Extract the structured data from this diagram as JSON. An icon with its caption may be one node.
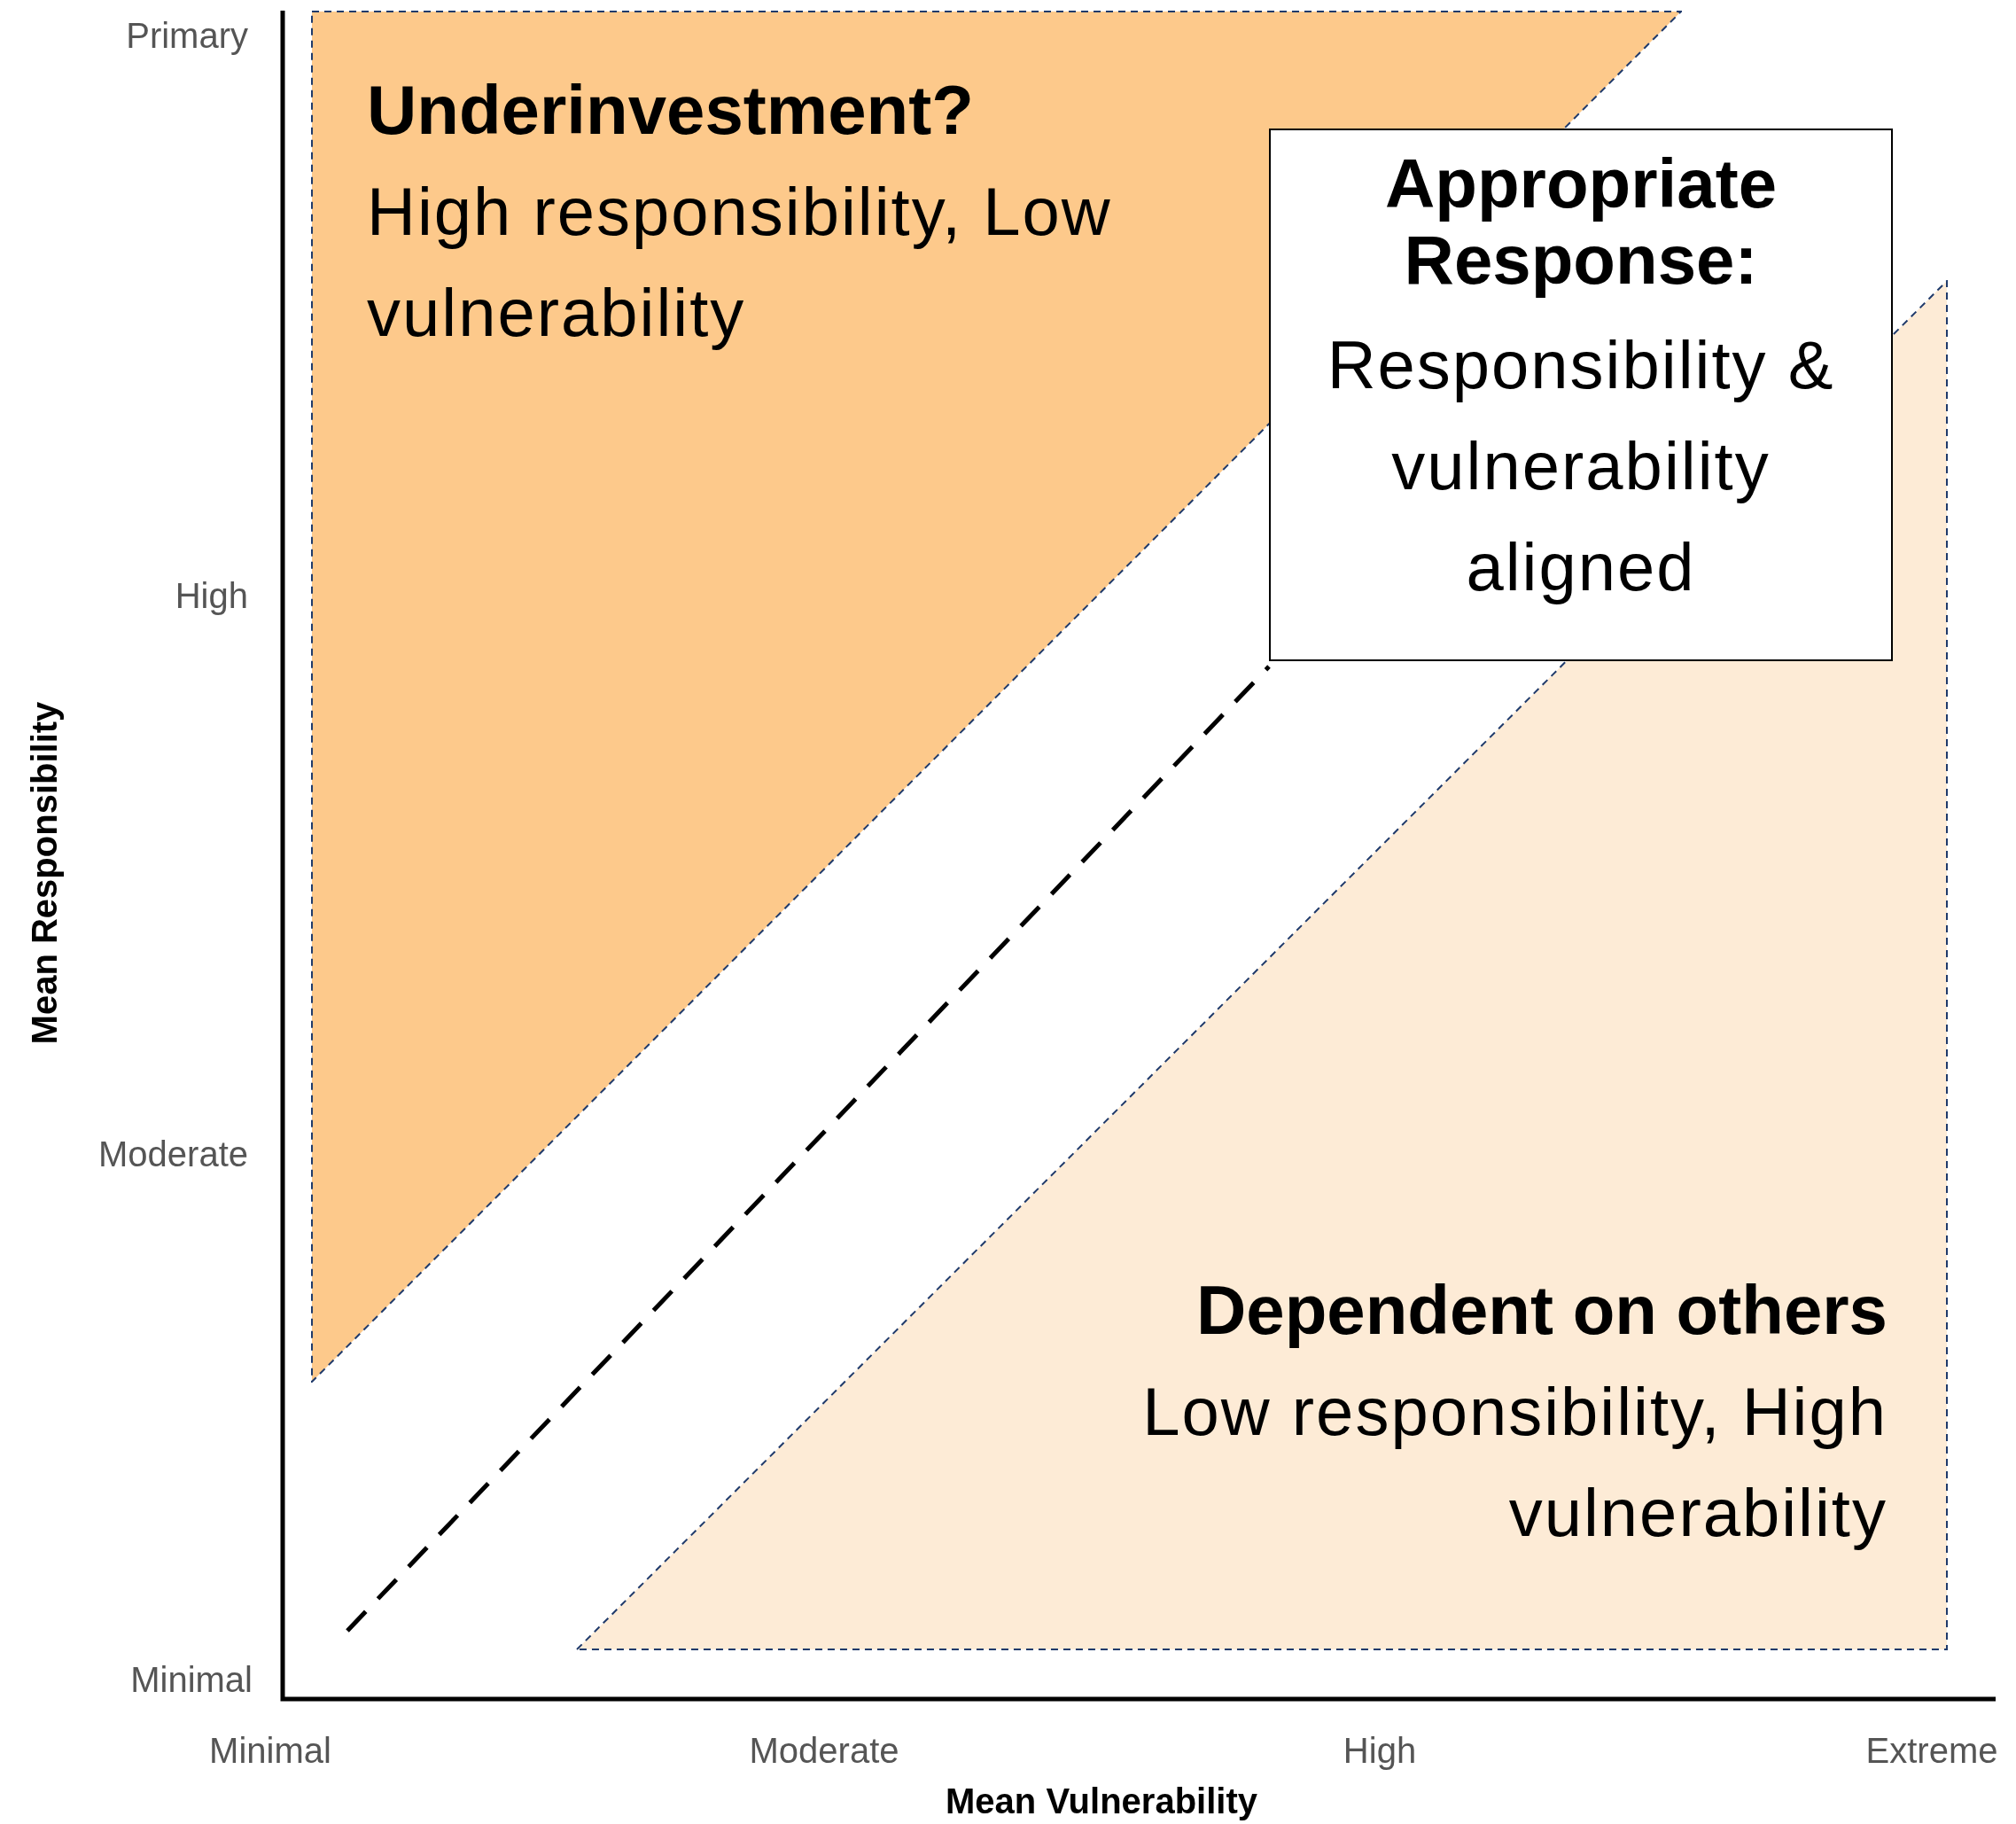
{
  "diagram": {
    "nodes": [
      {
        "text": [
          "Underinvestment?",
          "High responsibility, Low vulnerability"
        ]
      },
      {
        "text": [
          "Appropriate Response:",
          "Responsibility & vulnerability aligned"
        ]
      },
      {
        "text": [
          "Dependent on others",
          "Low responsibility, High vulnerability"
        ]
      }
    ],
    "edges": [],
    "labels": [
      "Primary",
      "High",
      "Mean Responsibility",
      "Moderate",
      "Minimal",
      "Minimal",
      "Moderate",
      "High",
      "Extreme",
      "Mean Vulnerability"
    ]
  }
}
